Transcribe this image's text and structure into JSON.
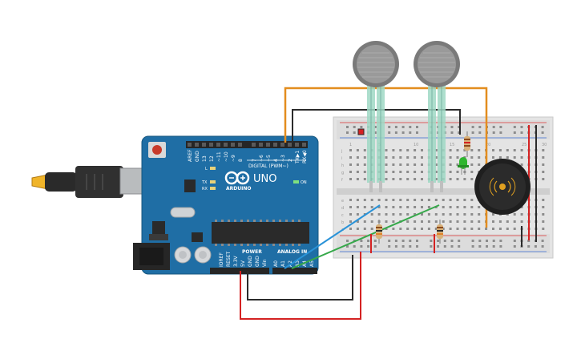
{
  "board": {
    "brand": "ARDUINO",
    "model": "UNO",
    "digital_header": "DIGITAL (PWM~)",
    "power_header": "POWER",
    "analog_header": "ANALOG IN",
    "on_label": "ON",
    "led_l": "L",
    "led_tx": "TX",
    "led_rx": "RX",
    "digital_pins": [
      "AREF",
      "GND",
      "13",
      "12",
      "~11",
      "~10",
      "~9",
      "8",
      "7",
      "~6",
      "~5",
      "4",
      "~3",
      "2",
      "TX▶1",
      "RX◀0"
    ],
    "power_pins": [
      "IOREF",
      "RESET",
      "3.3V",
      "5V",
      "GND",
      "GND",
      "Vin"
    ],
    "analog_pins": [
      "A0",
      "A1",
      "A2",
      "A3",
      "A4",
      "A5"
    ]
  },
  "breadboard": {
    "row_letters_top": [
      "j",
      "i",
      "h",
      "g",
      "f"
    ],
    "row_letters_bottom": [
      "e",
      "d",
      "c",
      "b",
      "a"
    ],
    "column_numbers": [
      "1",
      "5",
      "10",
      "15",
      "20",
      "25",
      "30"
    ]
  },
  "colors": {
    "board": "#1f6ea5",
    "wire_orange": "#e38d1e",
    "wire_black": "#2b2b2b",
    "wire_red": "#d42222",
    "wire_blue": "#2a93d8",
    "wire_green": "#36a84a",
    "sensor_lead": "#9fd8c4",
    "led_green": "#2fb62f"
  }
}
